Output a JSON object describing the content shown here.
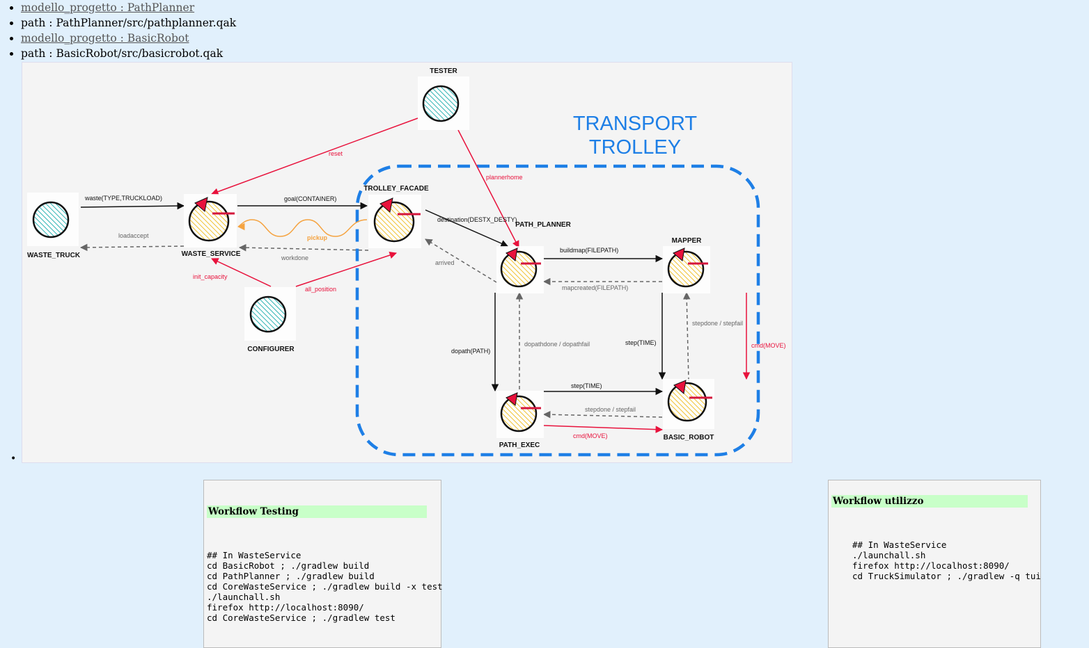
{
  "links": [
    {
      "text": "modello_progetto : PathPlanner",
      "link": true
    },
    {
      "text": "path : PathPlanner/src/pathplanner.qak",
      "link": false
    },
    {
      "text": "modello_progetto : BasicRobot",
      "link": true
    },
    {
      "text": "path : BasicRobot/src/basicrobot.qak",
      "link": false
    }
  ],
  "diagram": {
    "group_title_line1": "TRANSPORT",
    "group_title_line2": "TROLLEY",
    "actors": {
      "tester": "TESTER",
      "waste_truck": "WASTE_TRUCK",
      "waste_service": "WASTE_SERVICE",
      "trolley_facade": "TROLLEY_FACADE",
      "configurer": "CONFIGURER",
      "path_planner": "PATH_PLANNER",
      "mapper": "MAPPER",
      "path_exec": "PATH_EXEC",
      "basic_robot": "BASIC_ROBOT"
    },
    "messages": {
      "reset": "reset",
      "plannerhome": "plannerhome",
      "waste": "waste(TYPE,TRUCKLOAD)",
      "goal": "goal(CONTAINER)",
      "loadaccept": "loadaccept",
      "pickup": "pickup",
      "workdone": "workdone",
      "destination": "destination(DESTX_DESTY)",
      "arrived": "arrived",
      "init_capacity": "init_capacity",
      "all_position": "all_position",
      "buildmap": "buildmap(FILEPATH)",
      "mapcreated": "mapcreated(FILEPATH)",
      "stepdone_stepfail_mapper": "stepdone / stepfail",
      "cmd_move_right": "cmd(MOVE)",
      "dopath": "dopath(PATH)",
      "dopathdone": "dopathdone / dopathfail",
      "step_time_planner": "step(TIME)",
      "step_time_exec": "step(TIME)",
      "stepdone_stepfail_exec": "stepdone / stepfail",
      "cmd_move_exec": "cmd(MOVE)"
    },
    "colors": {
      "group_border": "#1e7fe6",
      "request": "#e8123c",
      "dispatch": "#111111",
      "reply": "#666666",
      "pickup": "#f5a340",
      "observer_actor": "#2fb5b5",
      "worker_actor": "#f1c232"
    }
  },
  "workflow_testing": {
    "title": "Workflow Testing",
    "code": "## In WasteService\ncd BasicRobot ; ./gradlew build\ncd PathPlanner ; ./gradlew build\ncd CoreWasteService ; ./gradlew build -x test\n./launchall.sh\nfirefox http://localhost:8090/\ncd CoreWasteService ; ./gradlew test"
  },
  "workflow_utilizzo": {
    "title": "Workflow utilizzo",
    "code": "## In WasteService\n./launchall.sh\nfirefox http://localhost:8090/\ncd TruckSimulator ; ./gradlew -q tui"
  }
}
